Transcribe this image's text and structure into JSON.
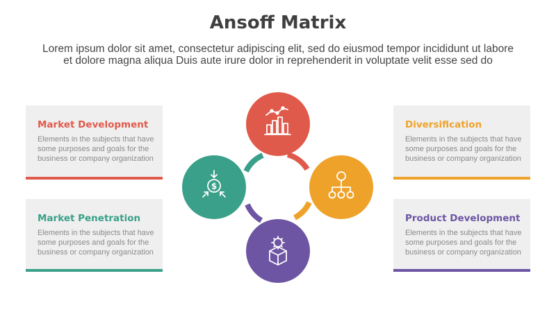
{
  "title": "Ansoff Matrix",
  "subtitle": {
    "line1": "Lorem ipsum dolor sit amet, consectetur adipiscing elit, sed do eiusmod tempor incididunt ut labore",
    "line2": "et dolore magna aliqua Duis aute irure dolor in reprehenderit in voluptate velit esse sed do"
  },
  "colors": {
    "red": "#e05a4b",
    "teal": "#3aa08a",
    "orange": "#efa22a",
    "purple": "#6d55a3"
  },
  "cards": {
    "market_development": {
      "title": "Market Development",
      "desc": [
        "Elements in the subjects that have",
        "some purposes and goals for the",
        "business or company organization"
      ],
      "color": "#e05a4b"
    },
    "market_penetration": {
      "title": "Market Penetration",
      "desc": [
        "Elements in the subjects that have",
        "some purposes and goals for the",
        "business or company organization"
      ],
      "color": "#3aa08a"
    },
    "diversification": {
      "title": "Diversification",
      "desc": [
        "Elements in the subjects that have",
        "some purposes and goals for the",
        "business or company organization"
      ],
      "color": "#efa22a"
    },
    "product_development": {
      "title": "Product Development",
      "desc": [
        "Elements in the subjects that have",
        "some purposes and goals for the",
        "business or company organization"
      ],
      "color": "#6d55a3"
    }
  },
  "icons": {
    "top": "growth-chart-icon",
    "left": "money-inflow-icon",
    "right": "hierarchy-icon",
    "bottom": "product-box-gear-icon"
  }
}
